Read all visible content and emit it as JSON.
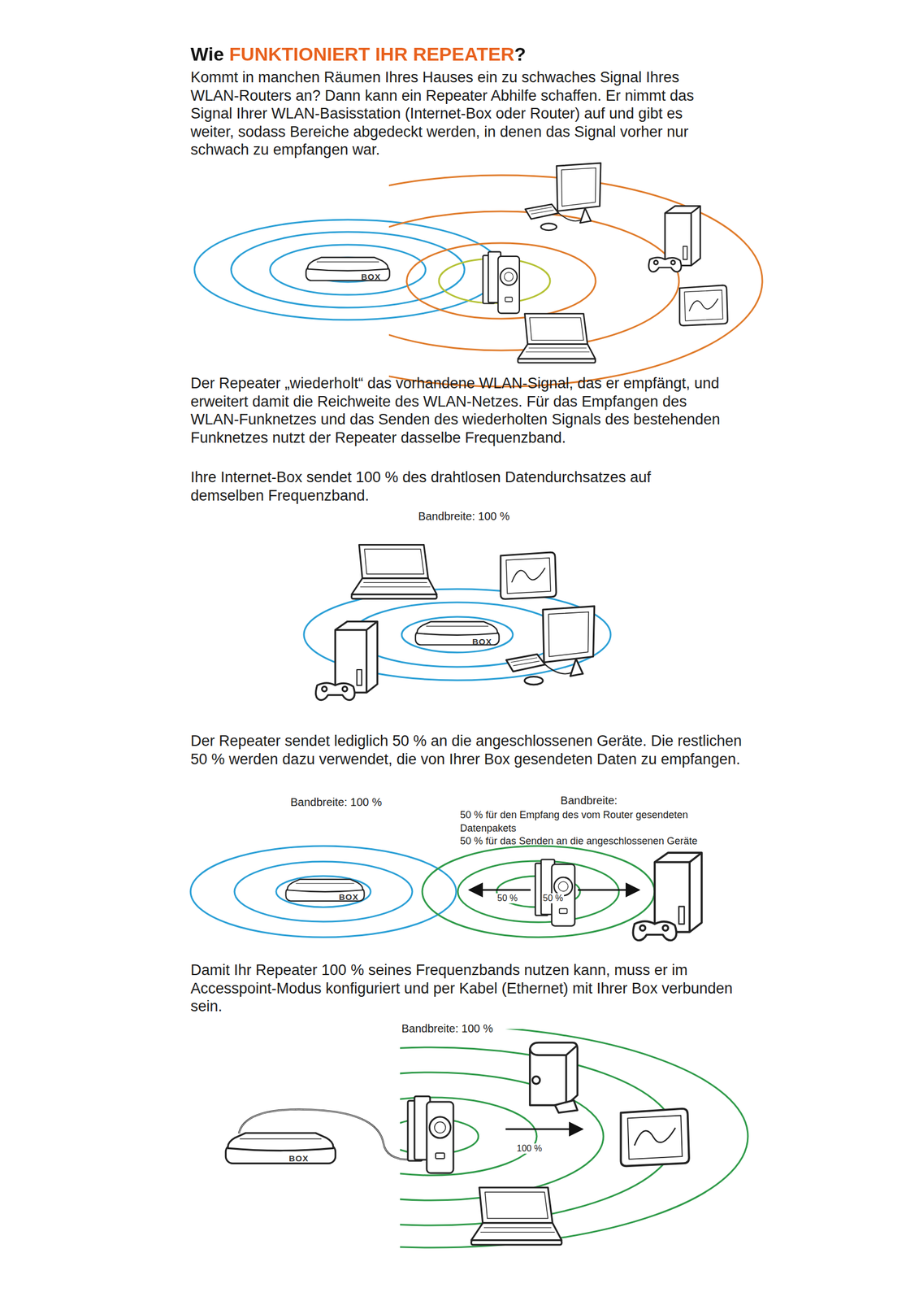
{
  "diagram": {
    "title": "Wie FUNKTIONIERT IHR REPEATER?",
    "labels": [
      "Kommt in manchen Räumen Ihres Hauses ein zu schwaches Signal Ihres WLAN-Routers an? Dann kann ein Repeater Abhilfe schaffen. Er nimmt das Signal Ihrer WLAN-Basisstation (Internet-Box oder Router) auf und gibt es weiter, sodass Bereiche abgedeckt werden, in denen das Signal vorher nur schwach zu empfangen war.",
      "BOX",
      "Der Repeater „wiederholt“ das vorhandene WLAN-Signal, das er empfängt, und erweitert damit die Reichweite des WLAN-Netzes. Für das Empfangen des WLAN-Funknetzes und das Senden des wiederholten Signals des bestehenden Funknetzes nutzt der Repeater dasselbe Frequenzband.",
      "Ihre Internet-Box sendet 100 % des drahtlosen Datendurchsatzes auf demselben Frequenzband.",
      "Bandbreite: 100 %",
      "BOX",
      "Der Repeater sendet lediglich 50 % an die angeschlossenen Geräte. Die restlichen 50 % werden dazu verwendet, die von Ihrer Box gesendeten Daten zu empfangen.",
      "Bandbreite: 100 %",
      "Bandbreite:",
      "50 % für den Empfang des vom Router gesendeten Datenpakets",
      "50 % für das Senden an die angeschlossenen Geräte",
      "BOX",
      "50 %",
      "50 %",
      "Damit Ihr Repeater 100 % seines Frequenzbands nutzen kann, muss er im Accesspoint-Modus konfiguriert und per Kabel (Ethernet) mit Ihrer Box verbunden sein.",
      "Bandbreite: 100 %",
      "BOX",
      "100 %"
    ]
  }
}
